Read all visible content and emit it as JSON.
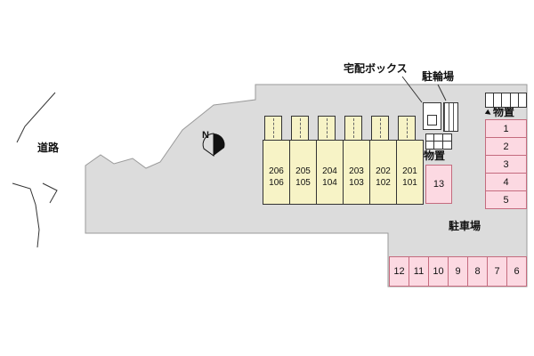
{
  "site": {
    "road_label": "道路",
    "parking_lot_label": "駐車場",
    "delivery_box_label": "宅配ボックス",
    "bicycle_parking_label": "駐輪場",
    "storage_label_right": "物置",
    "storage_label_mid": "物置",
    "north_label": "N"
  },
  "building": {
    "units": [
      {
        "upper": "206",
        "lower": "106"
      },
      {
        "upper": "205",
        "lower": "105"
      },
      {
        "upper": "204",
        "lower": "104"
      },
      {
        "upper": "203",
        "lower": "103"
      },
      {
        "upper": "202",
        "lower": "102"
      },
      {
        "upper": "201",
        "lower": "101"
      }
    ]
  },
  "parking": {
    "right_column": [
      "1",
      "2",
      "3",
      "4",
      "5"
    ],
    "island": "13",
    "bottom_row": [
      "12",
      "11",
      "10",
      "9",
      "8",
      "7",
      "6"
    ]
  },
  "colors": {
    "site_fill": "#dcdcdc",
    "building_fill": "#f7f3c6",
    "stall_fill": "#fcd9e2",
    "stall_border": "#c46b7e",
    "line": "#333333"
  }
}
